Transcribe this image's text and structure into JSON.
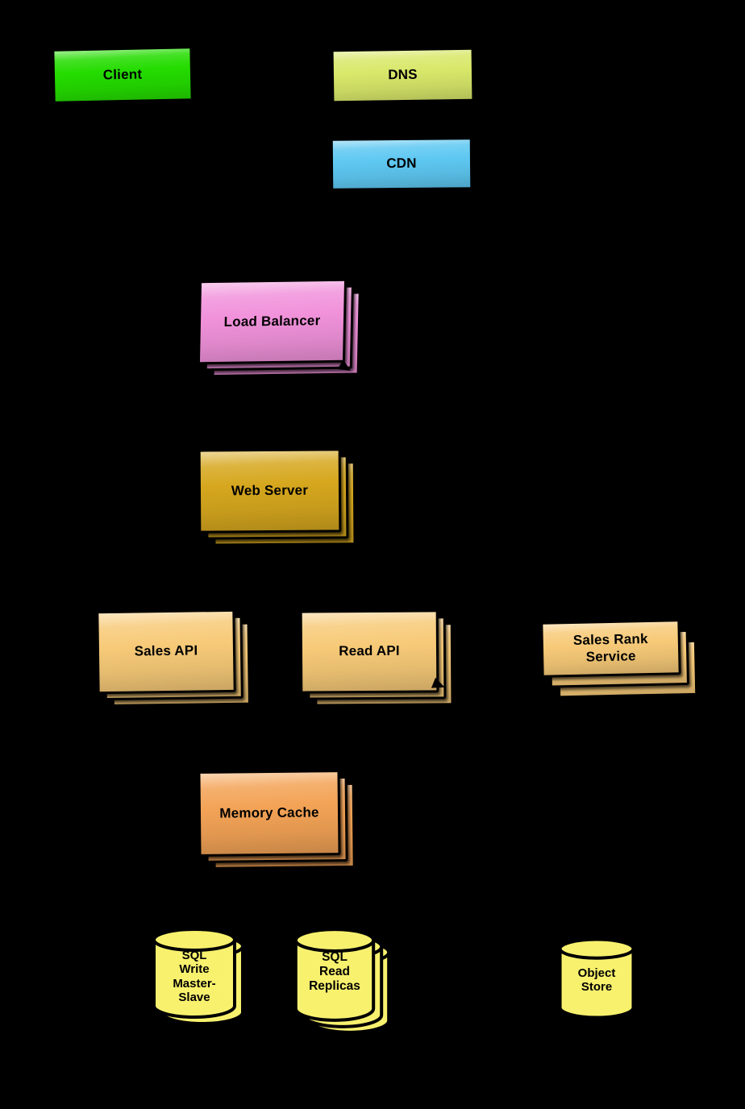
{
  "canvas": {
    "background": "#000000"
  },
  "diagram": {
    "type": "system-architecture",
    "nodes": [
      {
        "id": "client",
        "label": "Client",
        "shape": "box",
        "instances": 1,
        "color": "#24DC00"
      },
      {
        "id": "dns",
        "label": "DNS",
        "shape": "box",
        "instances": 1,
        "color": "#D9E86A"
      },
      {
        "id": "cdn",
        "label": "CDN",
        "shape": "box",
        "instances": 1,
        "color": "#5EC8F2"
      },
      {
        "id": "load-balancer",
        "label": "Load Balancer",
        "shape": "box",
        "instances": 3,
        "color": "#F192DB"
      },
      {
        "id": "web-server",
        "label": "Web Server",
        "shape": "box",
        "instances": 3,
        "color": "#D6A71E"
      },
      {
        "id": "sales-api",
        "label": "Sales API",
        "shape": "box",
        "instances": 3,
        "color": "#F7CA78"
      },
      {
        "id": "read-api",
        "label": "Read API",
        "shape": "box",
        "instances": 3,
        "color": "#F7CA78"
      },
      {
        "id": "sales-rank-service",
        "label": "Sales Rank\nService",
        "shape": "box",
        "instances": 3,
        "color": "#F7CA78"
      },
      {
        "id": "memory-cache",
        "label": "Memory Cache",
        "shape": "box",
        "instances": 3,
        "color": "#F3A356"
      },
      {
        "id": "sql-write-master-slave",
        "label": "SQL\nWrite\nMaster-\nSlave",
        "shape": "cylinder",
        "instances": 2,
        "color": "#F8F16E"
      },
      {
        "id": "sql-read-replicas",
        "label": "SQL\nRead\nReplicas",
        "shape": "cylinder",
        "instances": 3,
        "color": "#F8F16E"
      },
      {
        "id": "object-store",
        "label": "Object\nStore",
        "shape": "cylinder",
        "instances": 1,
        "color": "#F8F16E"
      }
    ]
  }
}
